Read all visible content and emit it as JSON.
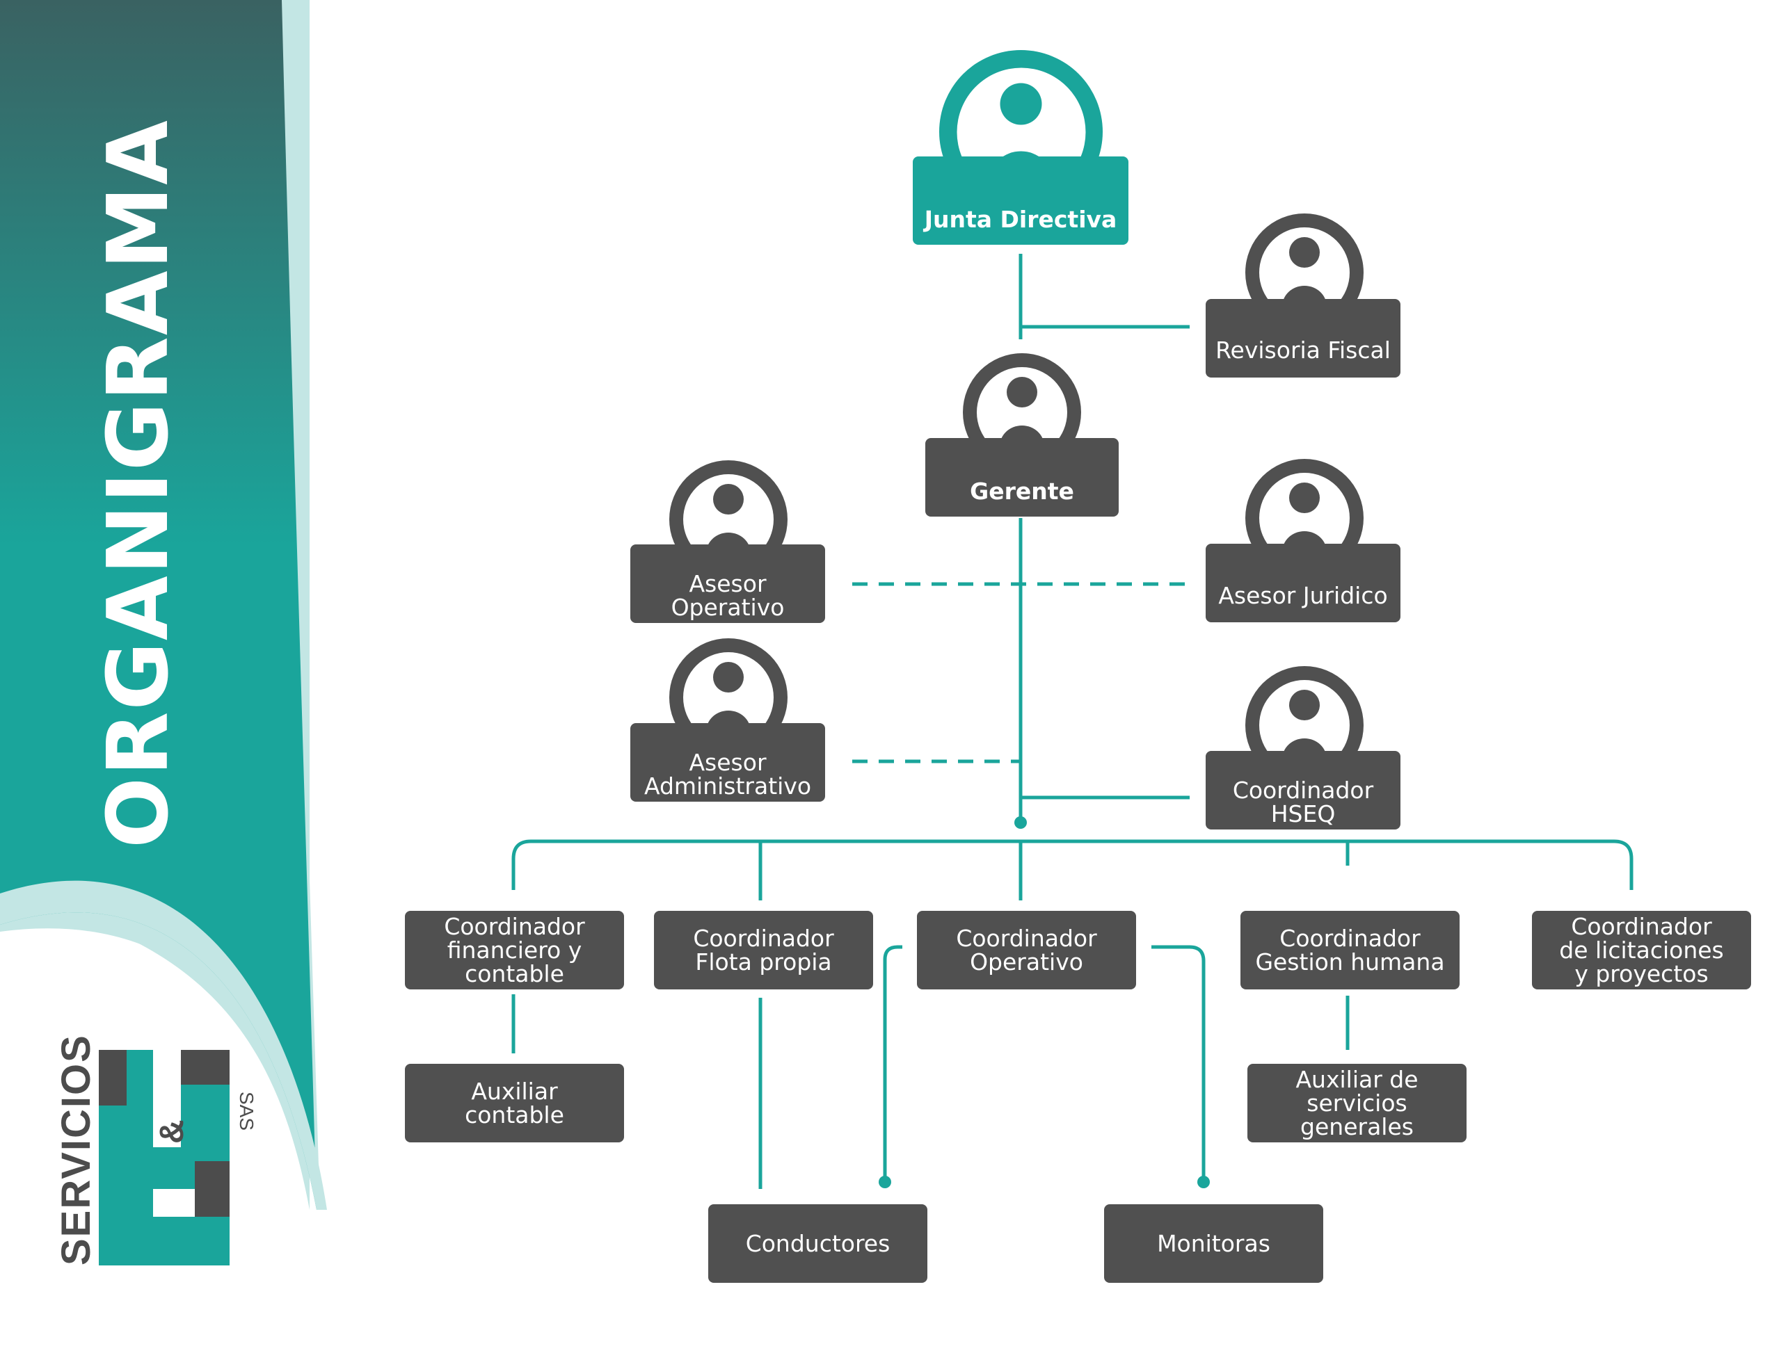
{
  "title": "ORGANIGRAMA",
  "logo": {
    "brand": "SERVICIOS",
    "mark": "H&G",
    "ampersand": "&",
    "suffix": "SAS"
  },
  "colors": {
    "teal": "#1aa59b",
    "dark_teal": "#2e6b68",
    "light_teal": "#c3e6e4",
    "box_gray": "#505050"
  },
  "nodes": {
    "junta_directiva": "Junta Directiva",
    "revisoria_fiscal": "Revisoria Fiscal",
    "gerente": "Gerente",
    "asesor_operativo": "Asesor\nOperativo",
    "asesor_juridico": "Asesor Juridico",
    "asesor_administrativo": "Asesor\nAdministrativo",
    "coordinador_hseq": "Coordinador\nHSEQ",
    "coord_financiero": "Coordinador\nfinanciero y\ncontable",
    "coord_flota": "Coordinador\nFlota propia",
    "coord_operativo": "Coordinador\nOperativo",
    "coord_gestion_humana": "Coordinador\nGestion humana",
    "coord_licitaciones": "Coordinador\nde licitaciones\ny proyectos",
    "auxiliar_contable": "Auxiliar\ncontable",
    "auxiliar_servicios": "Auxiliar de\nservicios\ngenerales",
    "conductores": "Conductores",
    "monitoras": "Monitoras"
  },
  "icons": [
    "person-avatar-icon"
  ]
}
